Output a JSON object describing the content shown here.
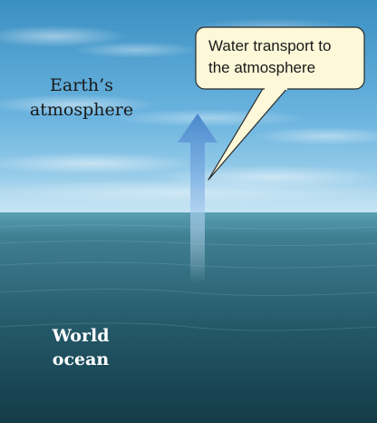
{
  "diagram": {
    "atmosphere_label": {
      "line1": "Earth’s",
      "line2": "atmosphere"
    },
    "ocean_label": {
      "line1": "World",
      "line2": "ocean"
    },
    "callout": {
      "line1": "Water transport to",
      "line2": "the atmosphere"
    }
  },
  "colors": {
    "sky_top": "#3f95c6",
    "sky_bottom": "#a9d6ef",
    "horizon": "#62a8c4",
    "ocean_top": "#4a8fa3",
    "ocean_bottom": "#123a46",
    "arrow": "#4f8fd1",
    "callout_fill": "#fdf8d8",
    "callout_stroke": "#2a2a2a"
  }
}
